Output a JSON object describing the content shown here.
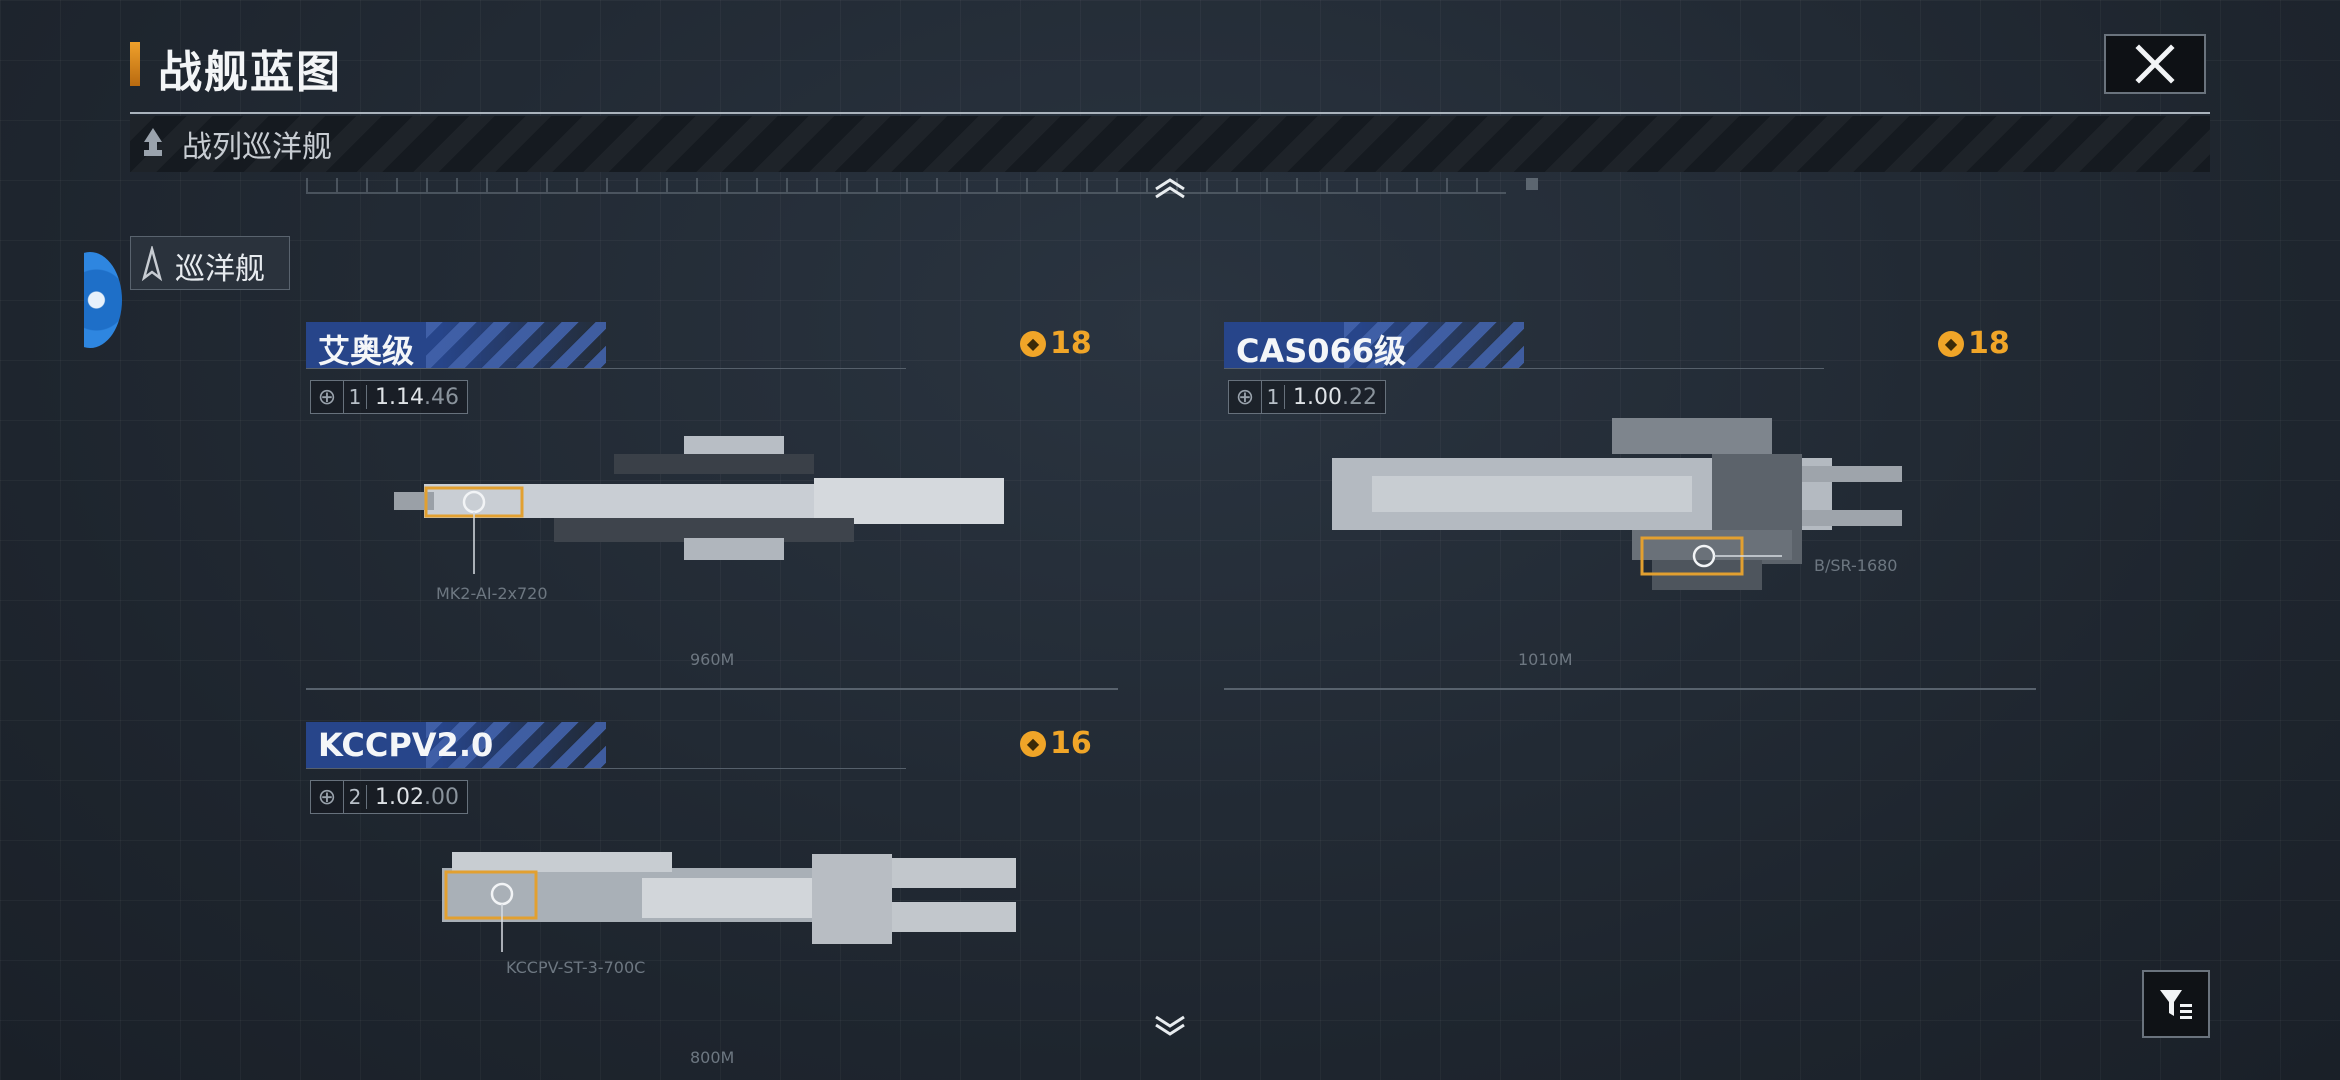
{
  "header": {
    "title": "战舰蓝图"
  },
  "category": {
    "label": "战列巡洋舰"
  },
  "sub_tab": {
    "label": "巡洋舰"
  },
  "cards": [
    {
      "name": "艾奥级",
      "cost": "18",
      "tier": "1",
      "stat_main": "1.14",
      "stat_sub": ".46",
      "weapon": "MK2-AI-2x720",
      "length": "960M"
    },
    {
      "name": "CAS066级",
      "cost": "18",
      "tier": "1",
      "stat_main": "1.00",
      "stat_sub": ".22",
      "weapon": "B/SR-1680",
      "length": "1010M"
    },
    {
      "name": "KCCPV2.0",
      "cost": "16",
      "tier": "2",
      "stat_main": "1.02",
      "stat_sub": ".00",
      "weapon": "KCCPV-ST-3-700C",
      "length": "800M"
    }
  ],
  "icons": {
    "close": "close-icon",
    "filter": "filter-icon",
    "up": "chevron-up-icon",
    "down": "chevron-down-icon"
  },
  "colors": {
    "accent": "#f0a528",
    "header_blue": "#27458a",
    "background": "#1f2731"
  }
}
